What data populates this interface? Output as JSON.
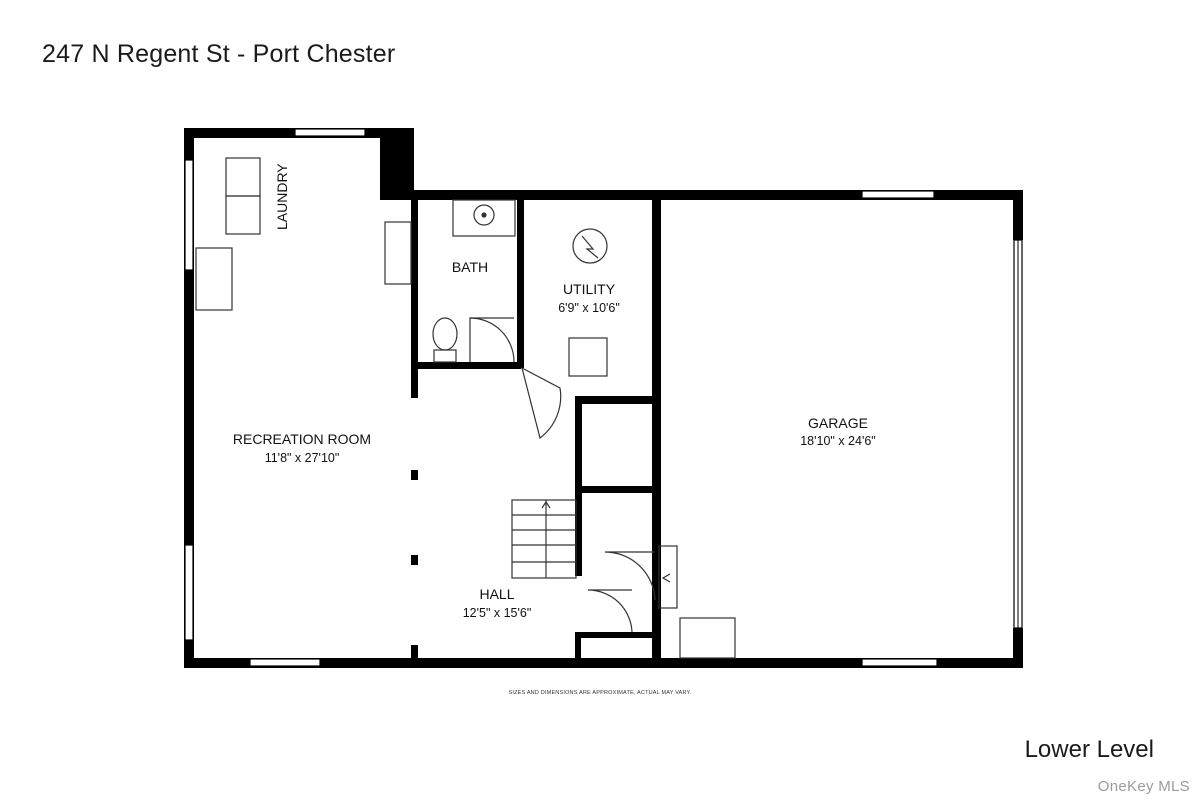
{
  "header": {
    "title": "247 N Regent St - Port Chester"
  },
  "plan": {
    "level_label": "Lower Level",
    "disclaimer": "SIZES AND DIMENSIONS ARE APPROXIMATE, ACTUAL MAY VARY.",
    "rooms": {
      "laundry": {
        "name": "LAUNDRY"
      },
      "bath": {
        "name": "BATH"
      },
      "utility": {
        "name": "UTILITY",
        "dims": "6'9\" x 10'6\""
      },
      "garage": {
        "name": "GARAGE",
        "dims": "18'10\" x 24'6\""
      },
      "recreation": {
        "name": "RECREATION ROOM",
        "dims": "11'8\" x 27'10\""
      },
      "hall": {
        "name": "HALL",
        "dims": "12'5\" x 15'6\""
      }
    }
  },
  "footer": {
    "watermark": "OneKey MLS"
  },
  "colors": {
    "wall": "#000000",
    "background": "#ffffff",
    "fixture_stroke": "#333333",
    "watermark": "#9a9a9a"
  }
}
